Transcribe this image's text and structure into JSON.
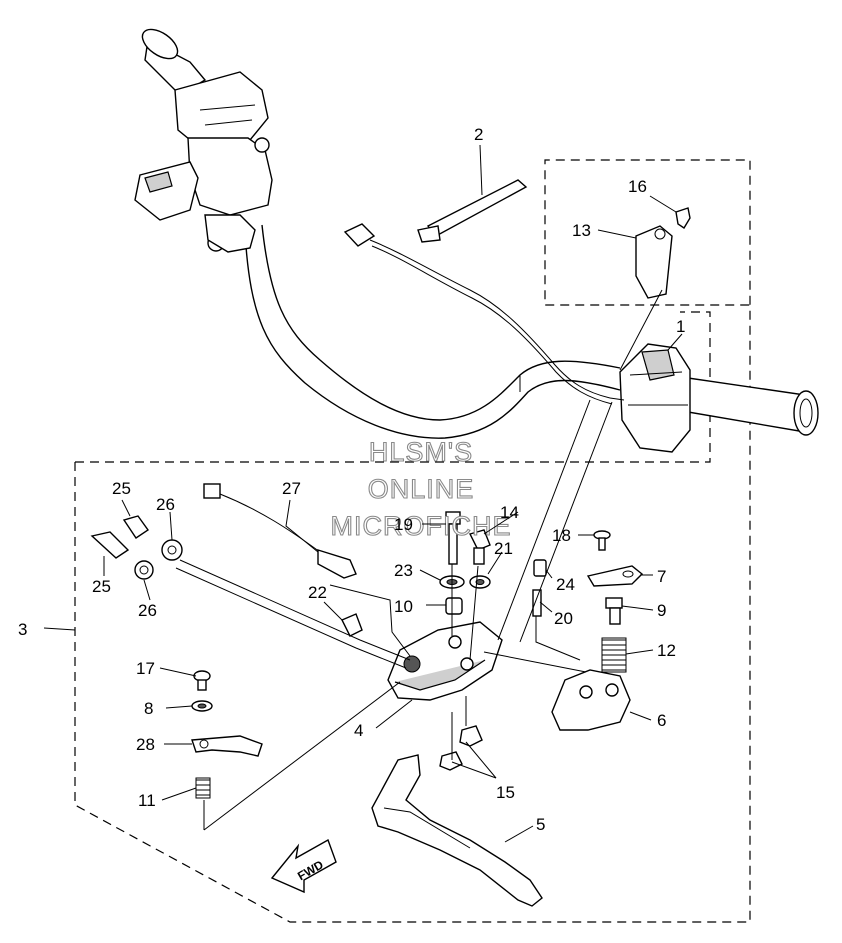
{
  "watermark": {
    "line1": "HLSM'S",
    "line2": "ONLINE",
    "line3": "MICROFICHE"
  },
  "direction_arrow_label": "FWD",
  "callouts": {
    "c1": "1",
    "c2": "2",
    "c3": "3",
    "c4": "4",
    "c5": "5",
    "c6": "6",
    "c7": "7",
    "c8": "8",
    "c9": "9",
    "c10": "10",
    "c11": "11",
    "c12": "12",
    "c13": "13",
    "c14": "14",
    "c15": "15",
    "c16": "16",
    "c17": "17",
    "c18": "18",
    "c19": "19",
    "c20": "20",
    "c21": "21",
    "c22": "22",
    "c23": "23",
    "c24": "24",
    "c25a": "25",
    "c25b": "25",
    "c26a": "26",
    "c26b": "26",
    "c27": "27",
    "c28": "28"
  }
}
